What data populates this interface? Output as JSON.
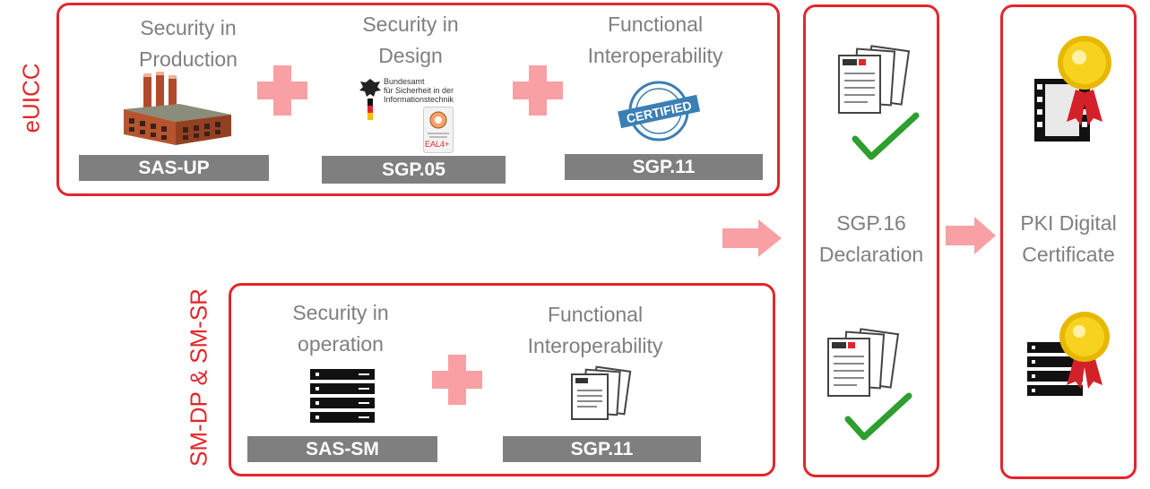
{
  "side_labels": {
    "euicc": "eUICC",
    "smdp": "SM-DP & SM-SR"
  },
  "euicc": {
    "production": {
      "line1": "Security in",
      "line2": "Production",
      "tag": "SAS-UP"
    },
    "design": {
      "line1": "Security in",
      "line2": "Design",
      "tag": "SGP.05",
      "logo_lines": [
        "Bundesamt",
        "für Sicherheit in der",
        "Informationstechnik"
      ],
      "eal": "EAL4+"
    },
    "interop": {
      "line1": "Functional",
      "line2": "Interoperability",
      "tag": "SGP.11",
      "stamp": "CERTIFIED"
    }
  },
  "smdp": {
    "operation": {
      "line1": "Security in",
      "line2": "operation",
      "tag": "SAS-SM"
    },
    "interop": {
      "line1": "Functional",
      "line2": "Interoperability",
      "tag": "SGP.11"
    }
  },
  "declaration": {
    "line1": "SGP.16",
    "line2": "Declaration"
  },
  "certificate": {
    "line1": "PKI Digital",
    "line2": "Certificate"
  },
  "colors": {
    "border": "#e3262b",
    "plus": "#f8a0a3",
    "tag_bg": "#7f7f7f",
    "text": "#7f7f7f",
    "check": "#2e9e2e",
    "medal": "#f5c400"
  }
}
